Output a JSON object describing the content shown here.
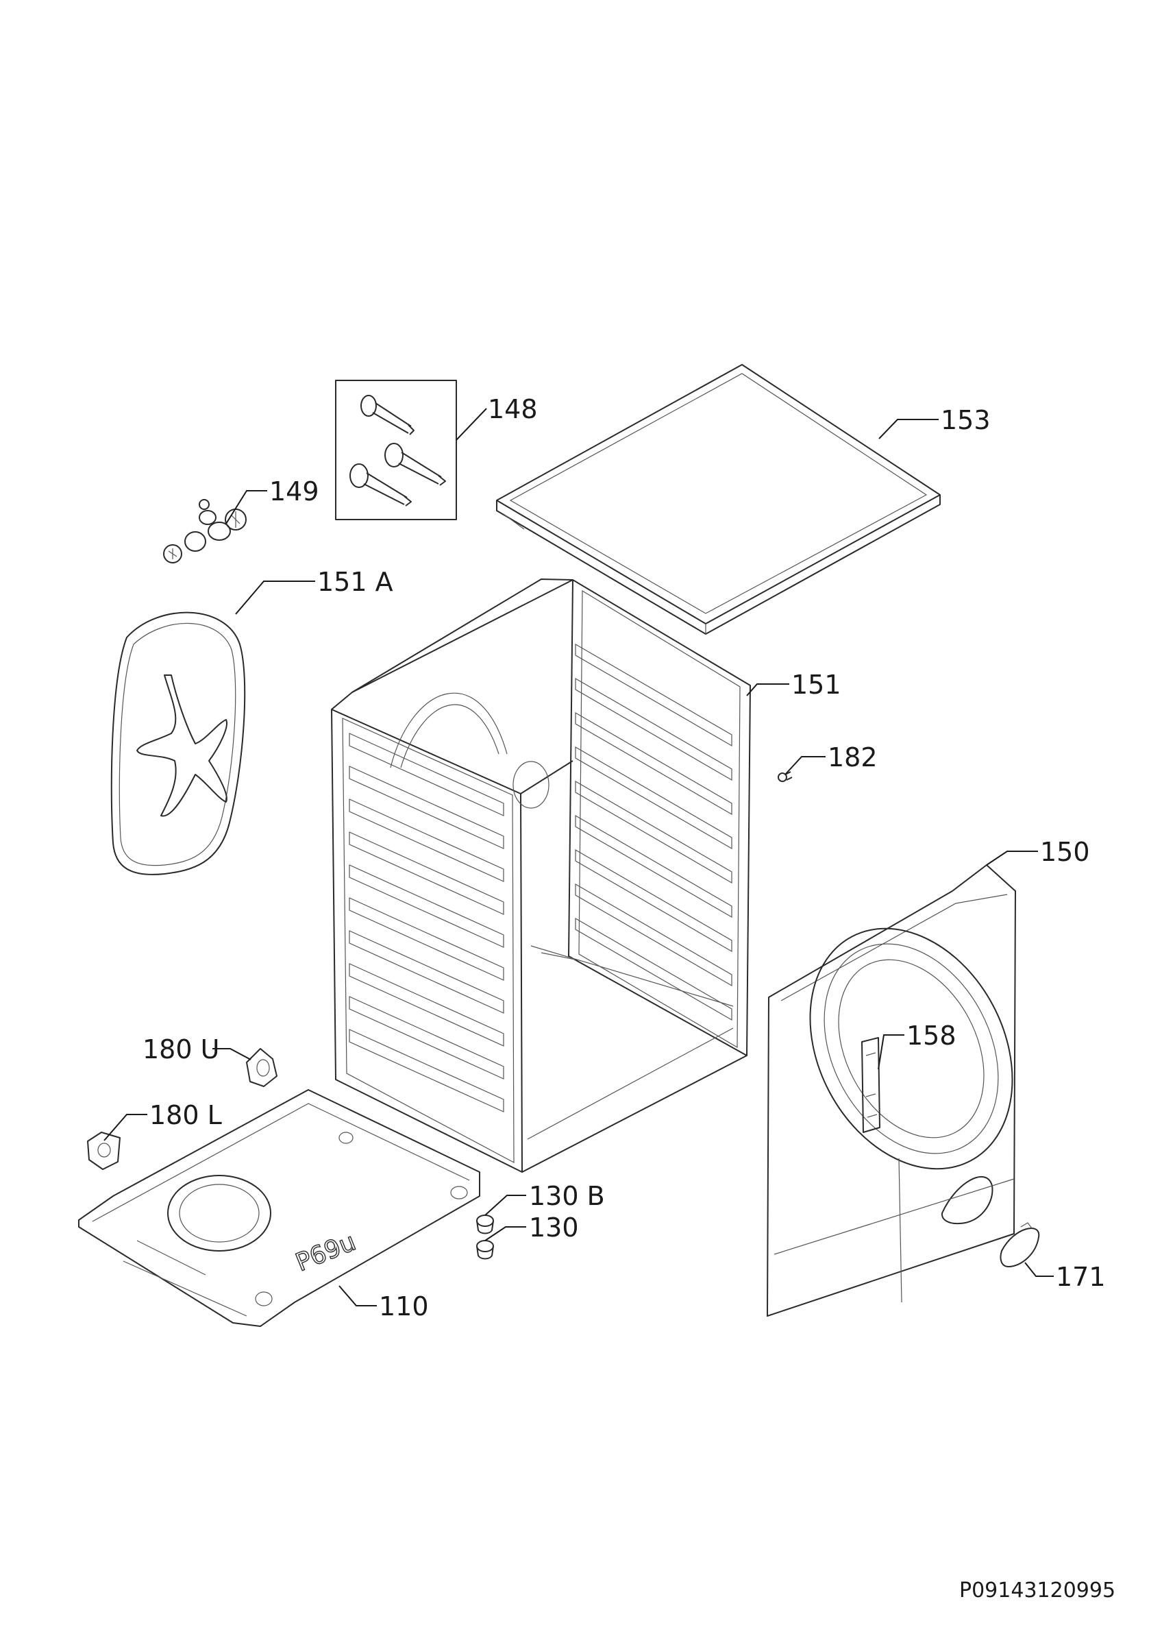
{
  "document_code": "P09143120995",
  "base_marking": "P69u",
  "callouts": [
    {
      "id": "148",
      "text": "148"
    },
    {
      "id": "153",
      "text": "153"
    },
    {
      "id": "149",
      "text": "149"
    },
    {
      "id": "151a",
      "text": "151 A"
    },
    {
      "id": "151",
      "text": "151"
    },
    {
      "id": "182",
      "text": "182"
    },
    {
      "id": "150",
      "text": "150"
    },
    {
      "id": "158",
      "text": "158"
    },
    {
      "id": "180u",
      "text": "180 U"
    },
    {
      "id": "180l",
      "text": "180 L"
    },
    {
      "id": "130b",
      "text": "130 B"
    },
    {
      "id": "130",
      "text": "130"
    },
    {
      "id": "110",
      "text": "110"
    },
    {
      "id": "171",
      "text": "171"
    }
  ]
}
